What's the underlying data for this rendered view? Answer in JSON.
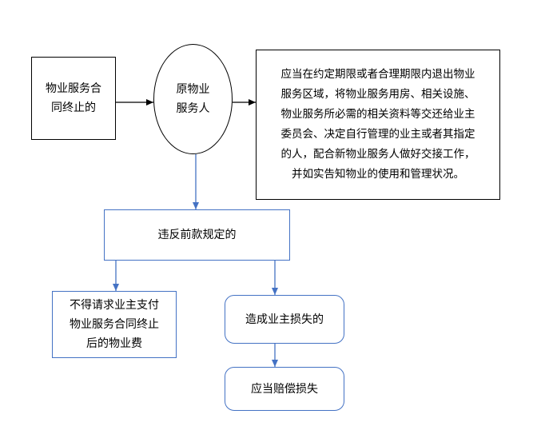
{
  "nodes": {
    "contract_end": "物业服务合\n同终止的",
    "original_provider": "原物业\n服务人",
    "obligations": "应当在约定期限或者合理期限内退出物业\n服务区域，将物业服务用房、相关设施、\n物业服务所必需的相关资料等交还给业主\n委员会、决定自行管理的业主或者其指定\n的人，配合新物业服务人做好交接工作，\n并如实告知物业的使用和管理状况。",
    "violation": "违反前款规定的",
    "no_fee": "不得请求业主支付\n物业服务合同终止\n后的物业费",
    "owner_loss": "造成业主损失的",
    "compensate": "应当赔偿损失"
  },
  "colors": {
    "black_line": "#000000",
    "blue_line": "#4472c4"
  }
}
